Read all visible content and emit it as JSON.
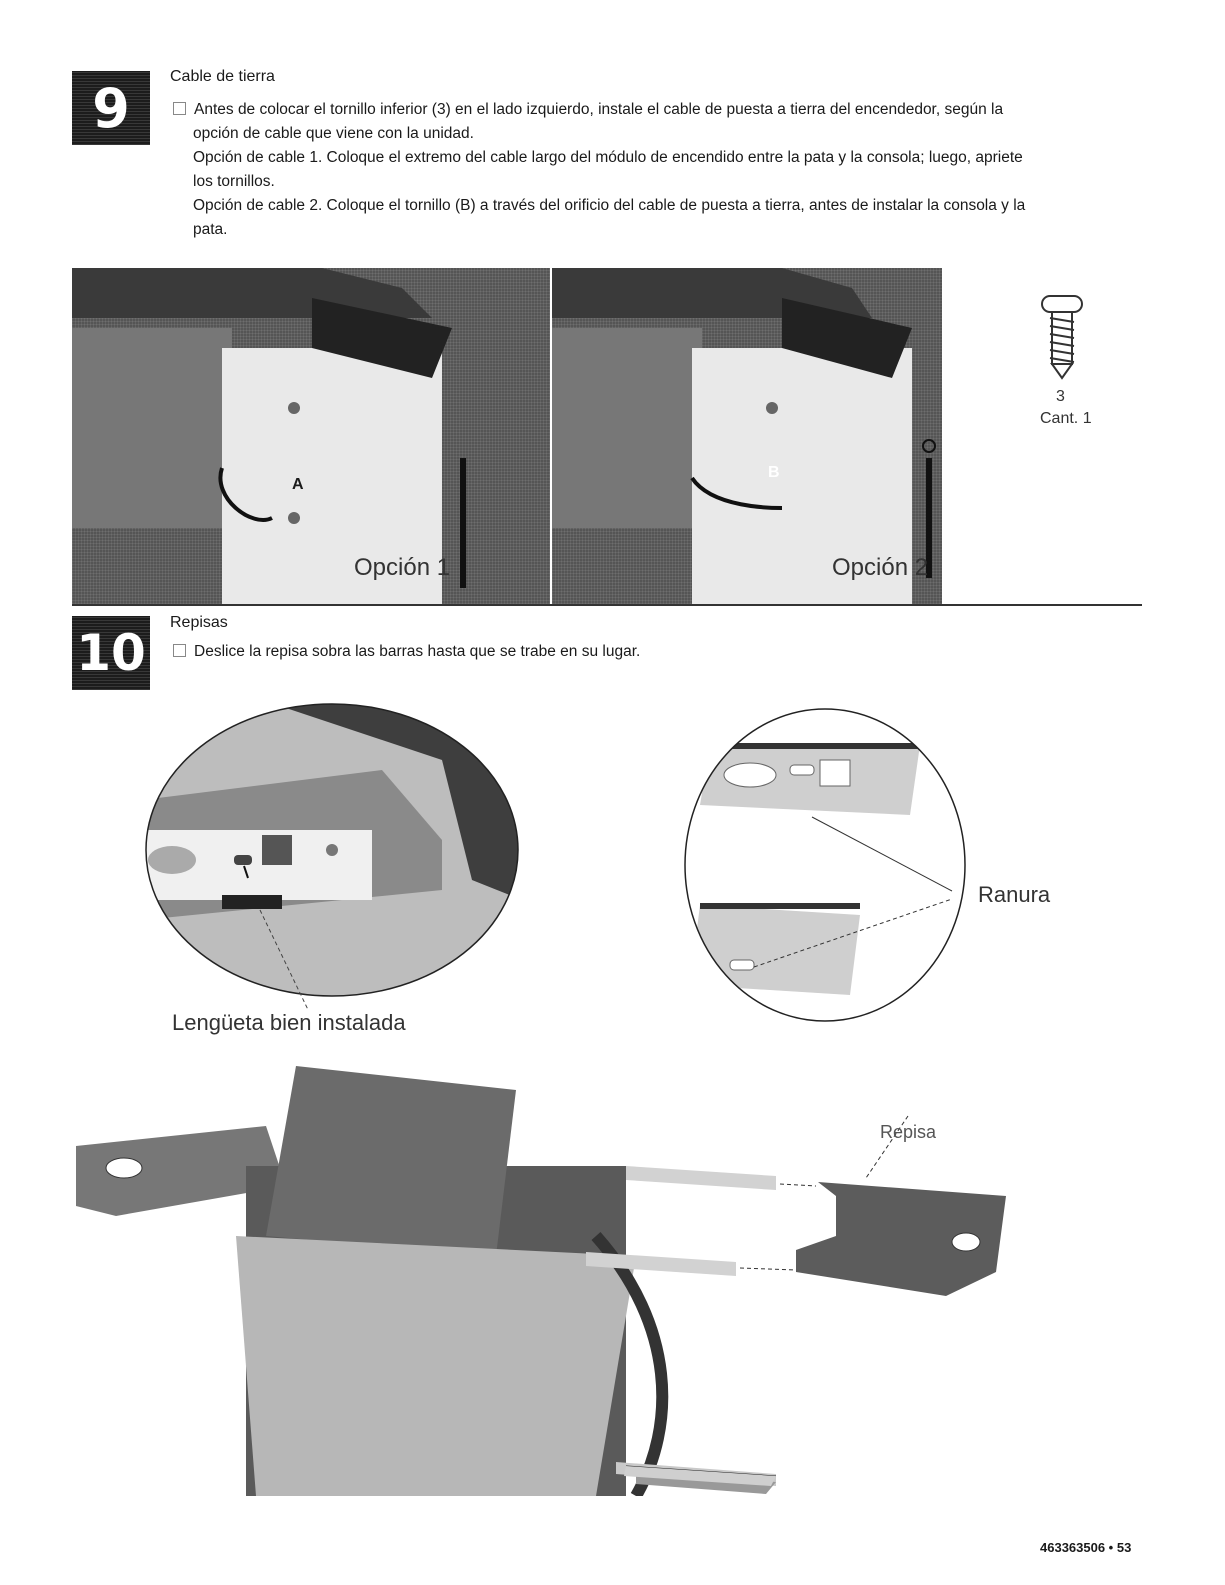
{
  "step9": {
    "number": "9",
    "title": "Cable de tierra",
    "paragraphs": [
      "Antes de colocar el tornillo inferior (3) en el lado izquierdo, instale el cable de puesta a tierra del encendedor, según la",
      "opción de cable que viene con la unidad.",
      "Opción de cable 1. Coloque el extremo del cable largo del módulo de encendido entre la pata y la consola; luego, apriete",
      "los tornillos.",
      "Opción de cable 2. Coloque el tornillo (B) a través del orificio del cable de puesta a tierra, antes de instalar la consola y la",
      "pata."
    ],
    "option1_label": "Opción 1",
    "option2_label": "Opción 2",
    "callout_a": "A",
    "callout_b": "B",
    "part_number": "3",
    "part_qty": "Cant. 1"
  },
  "step10": {
    "number": "10",
    "title": "Repisas",
    "text": "Deslice la repisa sobra las barras hasta que se trabe en su lugar.",
    "label_tab": "Lengüeta bien instalada",
    "label_slot": "Ranura",
    "label_shelf": "Repisa"
  },
  "footer": {
    "page": "463363506 • 53"
  }
}
